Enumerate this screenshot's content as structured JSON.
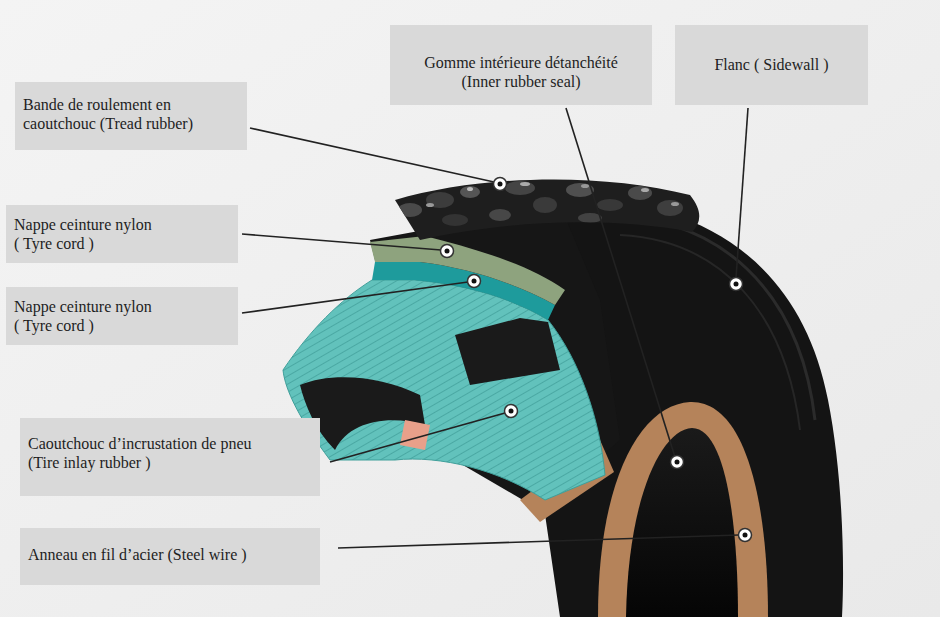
{
  "diagram": {
    "nodes": [
      {
        "text": [
          "Gomme intérieure détanchéité (Inner rubber seal)"
        ]
      },
      {
        "text": [
          "Flanc ( Sidewall )"
        ]
      },
      {
        "text": [
          "Bande de roulement en caoutchouc (Tread rubber)"
        ]
      },
      {
        "text": [
          "Nappe ceinture nylon ( Tyre cord )"
        ]
      },
      {
        "text": [
          "Nappe ceinture nylon ( Tyre cord )"
        ]
      },
      {
        "text": [
          "Caoutchouc d’incrustation de pneu (Tire inlay rubber )"
        ]
      },
      {
        "text": [
          "Anneau en fil d’acier (Steel wire )"
        ]
      }
    ]
  }
}
